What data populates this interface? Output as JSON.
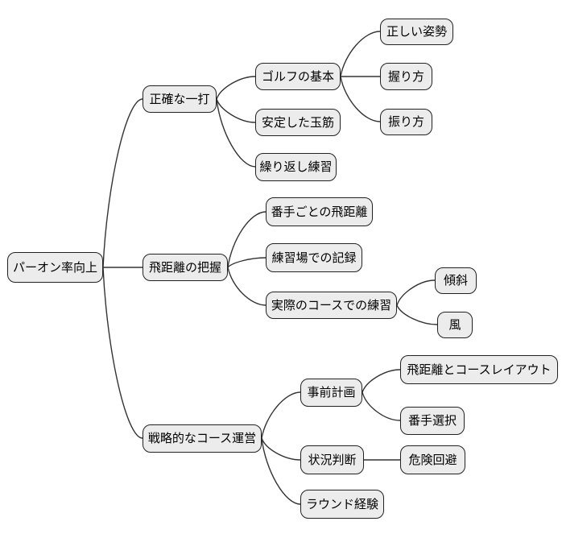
{
  "diagram": {
    "type": "mindmap",
    "orientation": "left-to-right"
  },
  "colors": {
    "background": "#ffffff",
    "node_fill": "#ececec",
    "node_border": "#222222",
    "edge_line": "#333333",
    "text": "#000000"
  },
  "nodes": {
    "root": {
      "label": "パーオン率向上"
    },
    "accurate_shot": {
      "label": "正確な一打"
    },
    "distance_awareness": {
      "label": "飛距離の把握"
    },
    "strategic_course_management": {
      "label": "戦略的なコース運営"
    },
    "golf_basics": {
      "label": "ゴルフの基本"
    },
    "stable_ball_flight": {
      "label": "安定した玉筋"
    },
    "repeated_practice": {
      "label": "繰り返し練習"
    },
    "correct_posture": {
      "label": "正しい姿勢"
    },
    "grip": {
      "label": "握り方"
    },
    "swing": {
      "label": "振り方"
    },
    "distance_per_club": {
      "label": "番手ごとの飛距離"
    },
    "range_records": {
      "label": "練習場での記録"
    },
    "on_course_practice": {
      "label": "実際のコースでの練習"
    },
    "slope": {
      "label": "傾斜"
    },
    "wind": {
      "label": "風"
    },
    "advance_planning": {
      "label": "事前計画"
    },
    "situation_judgment": {
      "label": "状況判断"
    },
    "round_experience": {
      "label": "ラウンド経験"
    },
    "distance_and_course_layout": {
      "label": "飛距離とコースレイアウト"
    },
    "club_selection": {
      "label": "番手選択"
    },
    "risk_avoidance": {
      "label": "危険回避"
    }
  },
  "edges": [
    [
      "root",
      "accurate_shot"
    ],
    [
      "root",
      "distance_awareness"
    ],
    [
      "root",
      "strategic_course_management"
    ],
    [
      "accurate_shot",
      "golf_basics"
    ],
    [
      "accurate_shot",
      "stable_ball_flight"
    ],
    [
      "accurate_shot",
      "repeated_practice"
    ],
    [
      "golf_basics",
      "correct_posture"
    ],
    [
      "golf_basics",
      "grip"
    ],
    [
      "golf_basics",
      "swing"
    ],
    [
      "distance_awareness",
      "distance_per_club"
    ],
    [
      "distance_awareness",
      "range_records"
    ],
    [
      "distance_awareness",
      "on_course_practice"
    ],
    [
      "on_course_practice",
      "slope"
    ],
    [
      "on_course_practice",
      "wind"
    ],
    [
      "strategic_course_management",
      "advance_planning"
    ],
    [
      "strategic_course_management",
      "situation_judgment"
    ],
    [
      "strategic_course_management",
      "round_experience"
    ],
    [
      "advance_planning",
      "distance_and_course_layout"
    ],
    [
      "advance_planning",
      "club_selection"
    ],
    [
      "situation_judgment",
      "risk_avoidance"
    ]
  ]
}
